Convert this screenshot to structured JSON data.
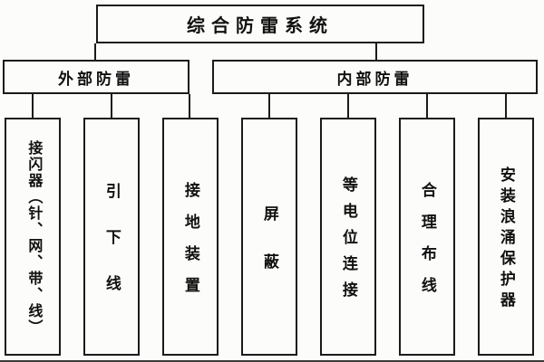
{
  "diagram": {
    "root_label": "综合防雷系统",
    "branches": [
      {
        "label": "外部防雷"
      },
      {
        "label": "内部防雷"
      }
    ],
    "leaves": [
      {
        "label": "接闪器（针、网、带、线）",
        "parent": "外部防雷"
      },
      {
        "label": "引下线",
        "parent": "外部防雷"
      },
      {
        "label": "接地装置",
        "parent": "外部防雷"
      },
      {
        "label": "屏蔽",
        "parent": "内部防雷"
      },
      {
        "label": "等电位连接",
        "parent": "内部防雷"
      },
      {
        "label": "合理布线",
        "parent": "内部防雷"
      },
      {
        "label": "安装浪涌保护器",
        "parent": "内部防雷"
      }
    ],
    "line_color": "#1b1b1b"
  }
}
